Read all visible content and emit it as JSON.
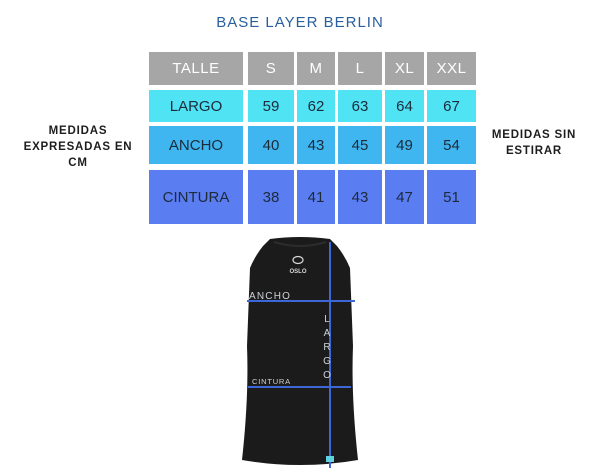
{
  "title": "BASE LAYER BERLIN",
  "left_note": [
    "MEDIDAS",
    "EXPRESADAS EN",
    "CM"
  ],
  "right_note": [
    "MEDIDAS SIN",
    "ESTIRAR"
  ],
  "table": {
    "header": [
      "TALLE",
      "S",
      "M",
      "L",
      "XL",
      "XXL"
    ],
    "rows": [
      {
        "label": "LARGO",
        "values": [
          "59",
          "62",
          "63",
          "64",
          "67"
        ],
        "color": "#4fe3f3"
      },
      {
        "label": "ANCHO",
        "values": [
          "40",
          "43",
          "45",
          "49",
          "54"
        ],
        "color": "#3fb6f0"
      },
      {
        "label": "CINTURA",
        "values": [
          "38",
          "41",
          "43",
          "47",
          "51"
        ],
        "color": "#5b7df2"
      }
    ]
  },
  "garment": {
    "brand": "OSLO",
    "ancho_label": "ANCHO",
    "largo_label": "LARGO",
    "cintura_label": "CINTURA",
    "line_color": "#3b67d9"
  }
}
